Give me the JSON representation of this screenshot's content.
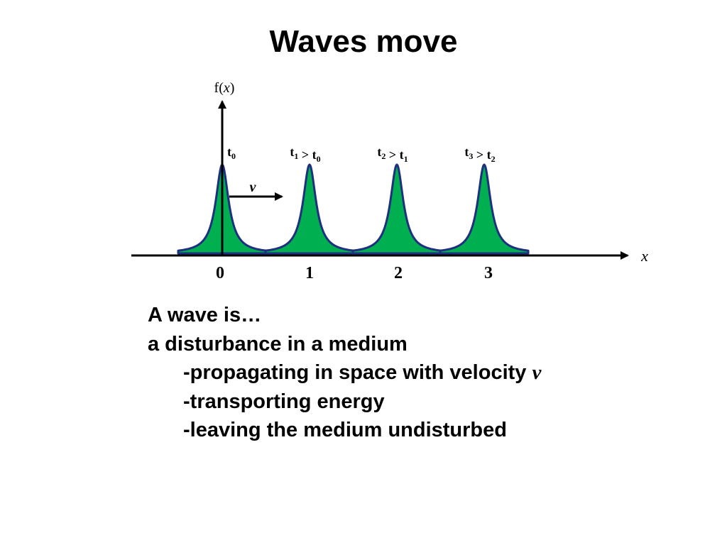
{
  "title": "Waves move",
  "diagram": {
    "y_axis_label_prefix": "f(",
    "y_axis_label_var": "x",
    "y_axis_label_suffix": ")",
    "x_axis_label": "x",
    "velocity_label": "v",
    "colors": {
      "pulse_fill": "#00b050",
      "pulse_stroke": "#1f3080",
      "axis": "#000000"
    },
    "pulses": [
      {
        "position": 0,
        "tick_label": "0",
        "time_label": [
          {
            "t": "t",
            "s": "0"
          }
        ]
      },
      {
        "position": 1,
        "tick_label": "1",
        "time_label": [
          {
            "t": "t",
            "s": "1"
          },
          {
            "t": " > t",
            "s": "0"
          }
        ]
      },
      {
        "position": 2,
        "tick_label": "2",
        "time_label": [
          {
            "t": "t",
            "s": "2"
          },
          {
            "t": " > t",
            "s": "1"
          }
        ]
      },
      {
        "position": 3,
        "tick_label": "3",
        "time_label": [
          {
            "t": "t",
            "s": "3"
          },
          {
            "t": " > t",
            "s": "2"
          }
        ]
      }
    ]
  },
  "text": {
    "heading": "A wave is…",
    "line1": "a disturbance in a medium",
    "line2": "-propagating in space with velocity ",
    "line2_var": "v",
    "line3": "-transporting energy",
    "line4": "-leaving the medium undisturbed"
  }
}
